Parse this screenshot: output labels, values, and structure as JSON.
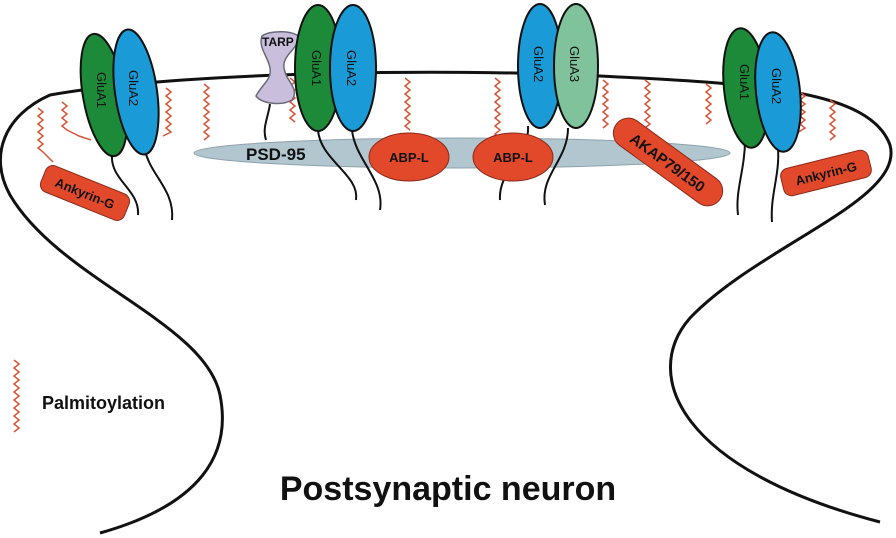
{
  "labels": {
    "glua1": "GluA1",
    "glua2": "GluA2",
    "glua3": "GluA3",
    "tarp": "TARP",
    "psd95": "PSD-95",
    "abpl": "ABP-L",
    "ankyrin_g": "Ankyrin-G",
    "akap": "AKAP79/150",
    "legend_palmitoylation": "Palmitoylation",
    "title": "Postsynaptic neuron"
  },
  "colors": {
    "glua1": "#1d8a3a",
    "glua2": "#1a9ad6",
    "glua3": "#7fc29b",
    "tarp": "#c9bfdc",
    "psd95": "#b2c6d0",
    "red_protein": "#e2492b",
    "palmitoyl": "#d4553a",
    "outline": "#111111"
  }
}
